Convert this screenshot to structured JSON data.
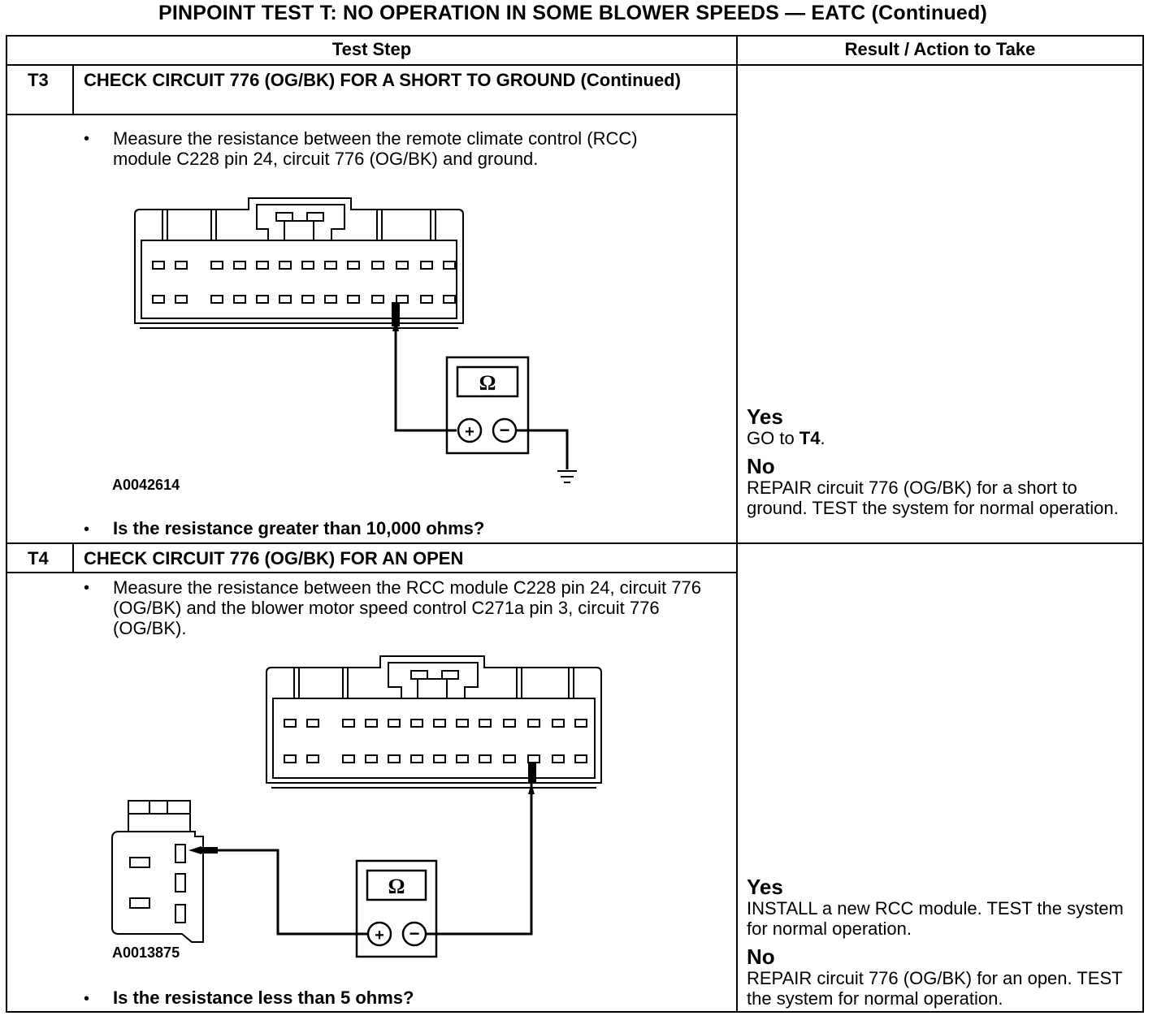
{
  "title": "PINPOINT TEST  T: NO OPERATION IN SOME BLOWER SPEEDS — EATC (Continued)",
  "headers": {
    "test_step": "Test Step",
    "result": "Result / Action to Take"
  },
  "steps": [
    {
      "id": "T3",
      "title": "CHECK CIRCUIT 776 (OG/BK) FOR A SHORT TO GROUND (Continued)",
      "instruction": "Measure the resistance between the remote climate control (RCC) module C228 pin 24, circuit 776 (OG/BK) and ground.",
      "figure_id": "A0042614",
      "question": "Is the resistance greater than 10,000 ohms?",
      "yes_label": "Yes",
      "yes_text": "GO to ",
      "yes_ref": "T4",
      "yes_end": ".",
      "no_label": "No",
      "no_text": "REPAIR circuit 776 (OG/BK) for a short to ground. TEST the system for normal operation."
    },
    {
      "id": "T4",
      "title": "CHECK CIRCUIT 776 (OG/BK) FOR AN OPEN",
      "instruction": "Measure the resistance between the RCC module C228 pin 24, circuit 776 (OG/BK) and the blower motor speed control C271a pin 3, circuit 776 (OG/BK).",
      "figure_id": "A0013875",
      "question": "Is the resistance less than 5 ohms?",
      "yes_label": "Yes",
      "yes_text": "INSTALL a new RCC module. TEST the system for normal operation.",
      "no_label": "No",
      "no_text": "REPAIR circuit 776 (OG/BK) for an open. TEST the system for normal operation."
    }
  ],
  "meter_symbol": "Ω",
  "bullet": "•"
}
